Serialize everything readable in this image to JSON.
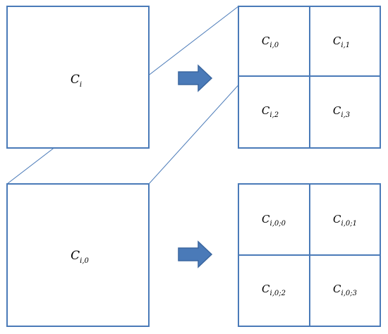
{
  "colors": {
    "stroke": "#4a7ab8",
    "arrow": "#4a7ab8"
  },
  "top_row": {
    "parent": {
      "symbol": "C",
      "subscript": "i"
    },
    "children": [
      {
        "symbol": "C",
        "subscript": "i,0"
      },
      {
        "symbol": "C",
        "subscript": "i,1"
      },
      {
        "symbol": "C",
        "subscript": "i,2"
      },
      {
        "symbol": "C",
        "subscript": "i,3"
      }
    ]
  },
  "bottom_row": {
    "parent": {
      "symbol": "C",
      "subscript": "i,0"
    },
    "children": [
      {
        "symbol": "C",
        "subscript": "i,0;0"
      },
      {
        "symbol": "C",
        "subscript": "i,0;1"
      },
      {
        "symbol": "C",
        "subscript": "i,0;2"
      },
      {
        "symbol": "C",
        "subscript": "i,0;3"
      }
    ]
  }
}
